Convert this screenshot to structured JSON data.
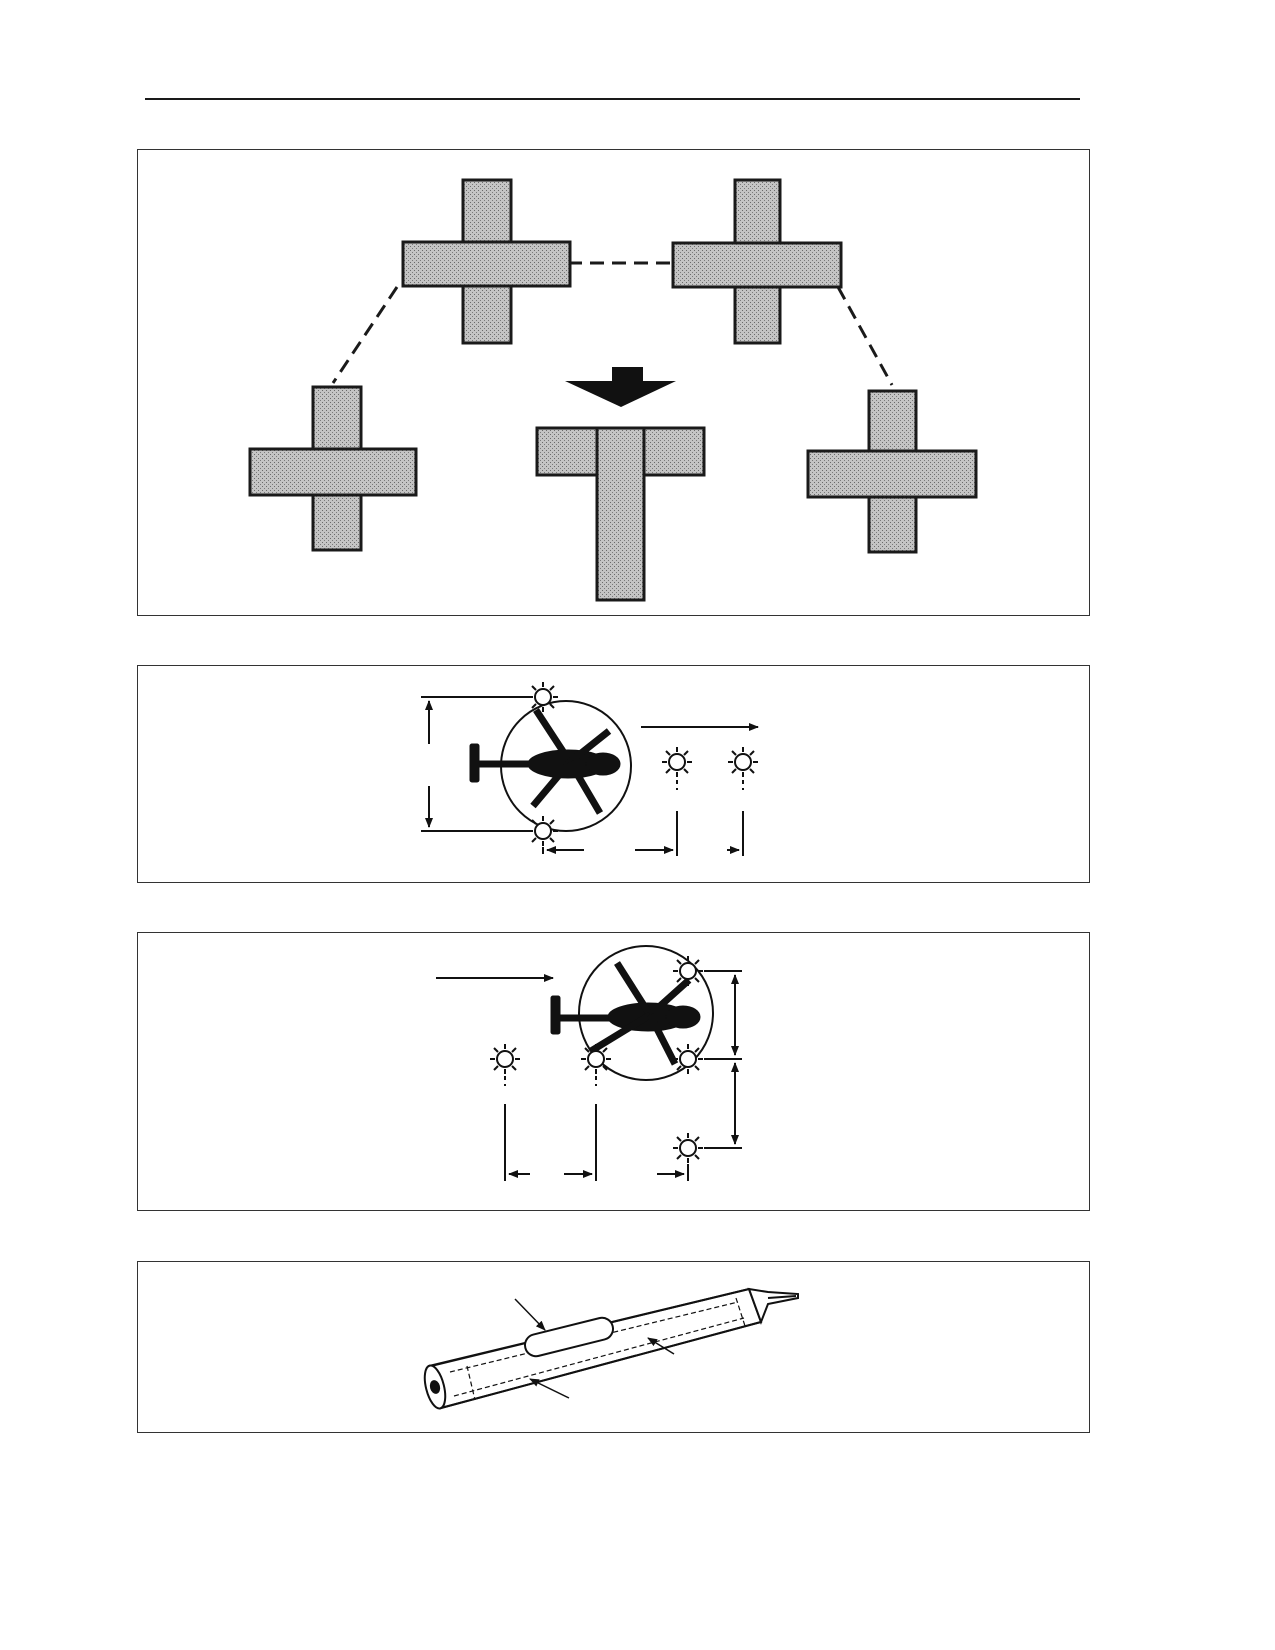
{
  "document": {
    "figures": [
      {
        "id": "landing-tee-and-cross-markers",
        "kind": "diagram",
        "labels": []
      },
      {
        "id": "helicopter-landing-light-pattern-a",
        "kind": "diagram",
        "labels": []
      },
      {
        "id": "helicopter-landing-light-pattern-b",
        "kind": "diagram",
        "labels": []
      },
      {
        "id": "signal-light-tube",
        "kind": "illustration",
        "labels": []
      }
    ],
    "colors": {
      "ink": "#1a1a1a",
      "marker_fill": "#b9b9b9",
      "background": "#ffffff"
    }
  }
}
